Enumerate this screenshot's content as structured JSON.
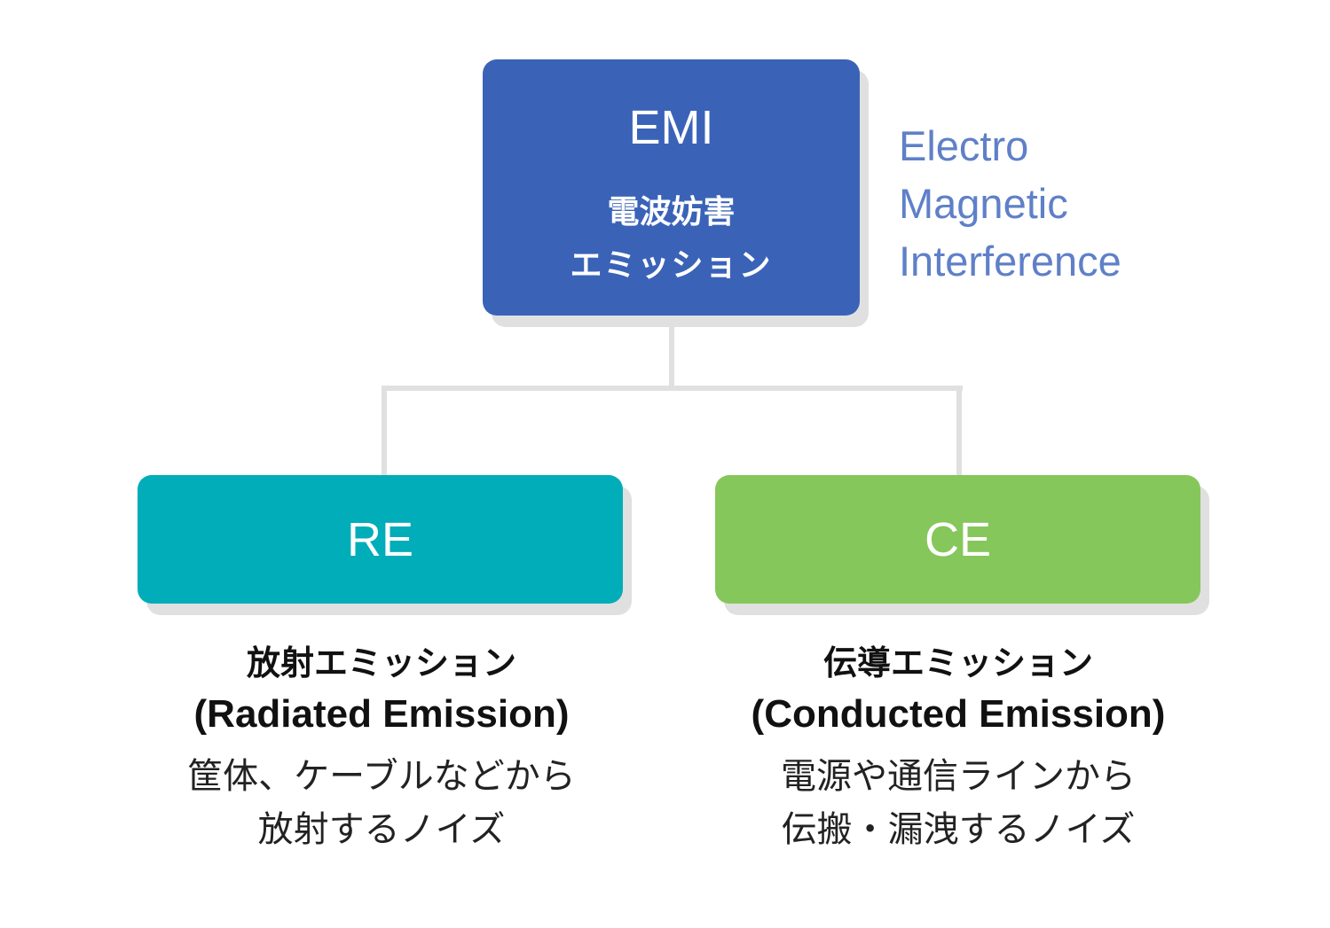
{
  "colors": {
    "emi": "#3a63b8",
    "re": "#00adb9",
    "ce": "#86c75c",
    "abbr_text": "#5f80c8",
    "connector": "#e0e0e0"
  },
  "emi": {
    "abbr": "EMI",
    "ja_line1": "電波妨害",
    "ja_line2": "エミッション",
    "full_name": [
      "Electro",
      "Magnetic",
      "Interference"
    ]
  },
  "re": {
    "abbr": "RE",
    "title_ja": "放射エミッション",
    "title_en": "(Radiated Emission)",
    "desc": [
      "筐体、ケーブルなどから",
      "放射するノイズ"
    ]
  },
  "ce": {
    "abbr": "CE",
    "title_ja": "伝導エミッション",
    "title_en": "(Conducted Emission)",
    "desc": [
      "電源や通信ラインから",
      "伝搬・漏洩するノイズ"
    ]
  }
}
